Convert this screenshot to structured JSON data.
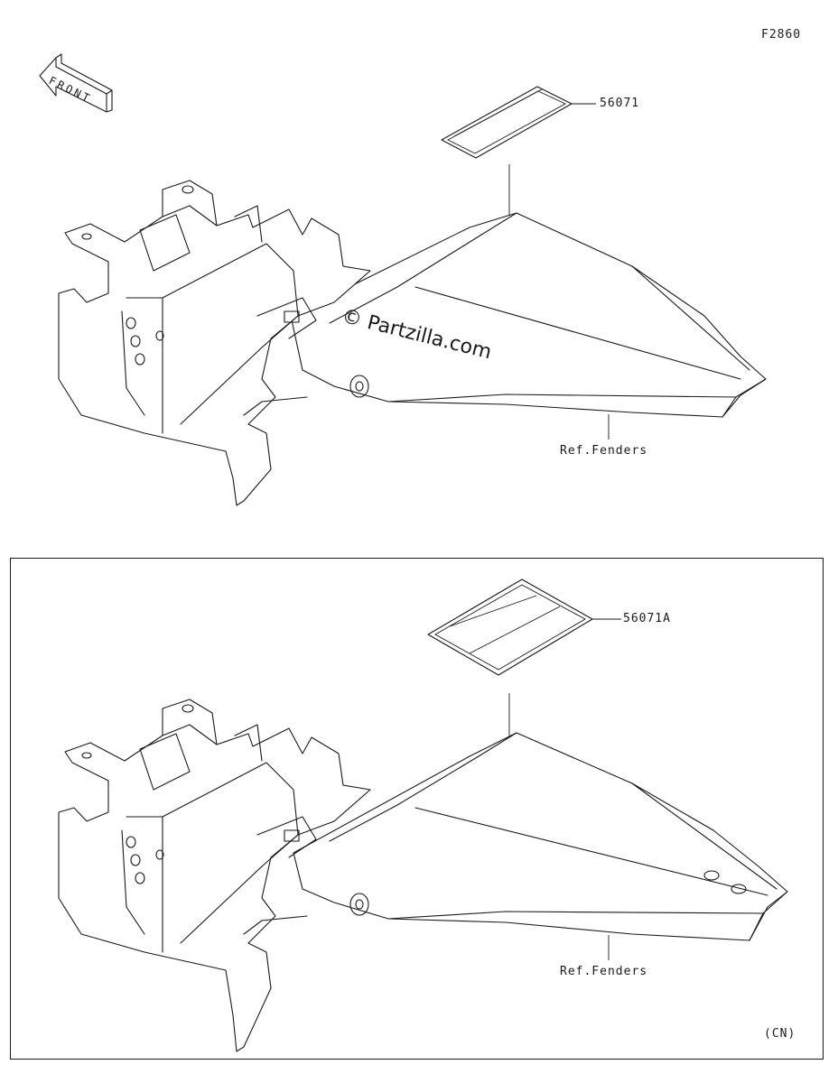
{
  "figure_code": "F2860",
  "front_arrow": {
    "text": "FRONT",
    "icon": "front-arrow-icon"
  },
  "watermark": "© Partzilla.com",
  "upper_diagram": {
    "part_label": "56071",
    "ref_label": "Ref.Fenders"
  },
  "lower_diagram": {
    "part_label": "56071A",
    "ref_label": "Ref.Fenders",
    "region_label": "(CN)"
  }
}
